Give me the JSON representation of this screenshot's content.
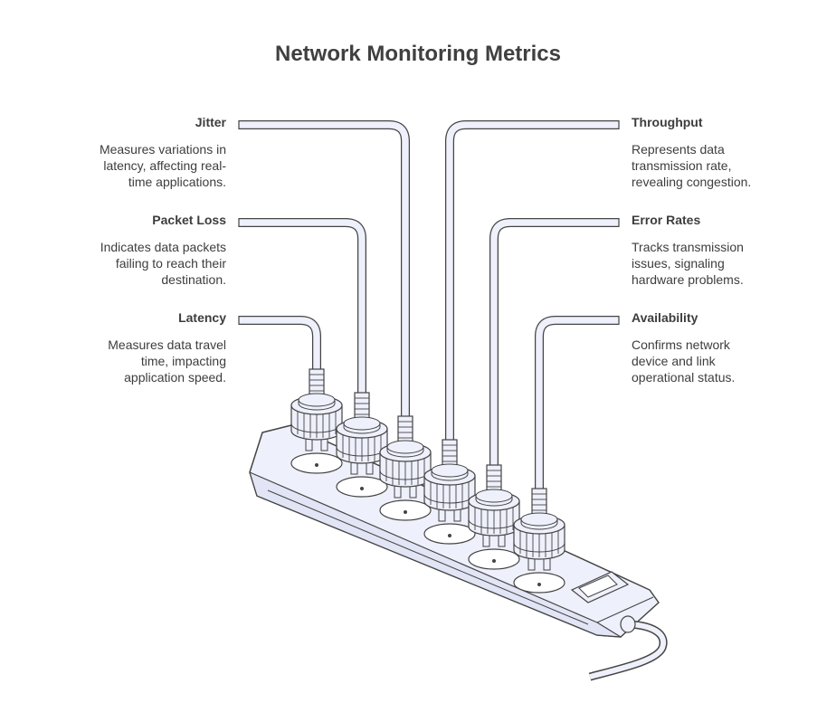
{
  "title": "Network Monitoring Metrics",
  "metrics": [
    {
      "label": "Jitter",
      "description": [
        "Measures variations in",
        "latency, affecting real-",
        "time applications."
      ]
    },
    {
      "label": "Packet Loss",
      "description": [
        "Indicates data packets",
        "failing to reach their",
        "destination."
      ]
    },
    {
      "label": "Latency",
      "description": [
        "Measures data travel",
        "time, impacting",
        "application speed."
      ]
    },
    {
      "label": "Throughput",
      "description": [
        "Represents data",
        "transmission rate,",
        "revealing congestion."
      ]
    },
    {
      "label": "Error Rates",
      "description": [
        "Tracks transmission",
        "issues, signaling",
        "hardware problems."
      ]
    },
    {
      "label": "Availability",
      "description": [
        "Confirms network",
        "device and link",
        "operational status."
      ]
    }
  ],
  "colors": {
    "fill": "#eef0fb",
    "stroke": "#444444",
    "text": "#3d3d3d"
  },
  "icons": [
    "power-strip-icon",
    "plug-icon",
    "switch-icon"
  ]
}
